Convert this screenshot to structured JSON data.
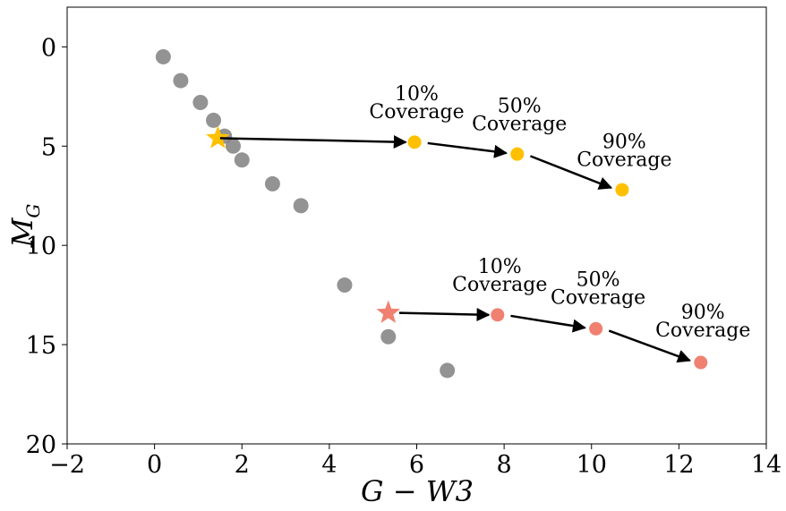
{
  "chart_data": {
    "type": "scatter",
    "title": "",
    "xlabel": "G − W3",
    "ylabel": "M",
    "ylabel_sub": "G",
    "xlim": [
      -2,
      14
    ],
    "ylim": [
      20,
      -2
    ],
    "y_inverted": true,
    "grid": false,
    "xticks": [
      -2,
      0,
      2,
      4,
      6,
      8,
      10,
      12,
      14
    ],
    "xtick_labels": [
      "−2",
      "0",
      "2",
      "4",
      "6",
      "8",
      "10",
      "12",
      "14"
    ],
    "yticks": [
      0,
      5,
      10,
      15,
      20
    ],
    "ytick_labels": [
      "0",
      "5",
      "10",
      "15",
      "20"
    ],
    "series": [
      {
        "marker": "circle",
        "color": "#808080",
        "points": [
          [
            0.2,
            0.5
          ],
          [
            0.6,
            1.7
          ],
          [
            1.05,
            2.8
          ],
          [
            1.35,
            3.7
          ],
          [
            1.6,
            4.5
          ],
          [
            1.8,
            5.0
          ],
          [
            2.0,
            5.7
          ],
          [
            2.7,
            6.9
          ],
          [
            3.35,
            8.0
          ],
          [
            4.35,
            12.0
          ],
          [
            5.35,
            14.6
          ],
          [
            6.7,
            16.3
          ]
        ]
      },
      {
        "marker": "star",
        "color": "#FFC000",
        "points": [
          [
            1.45,
            4.6
          ]
        ]
      },
      {
        "marker": "circle",
        "color": "#FFC000",
        "points": [
          [
            5.95,
            4.8
          ],
          [
            8.3,
            5.4
          ],
          [
            10.7,
            7.2
          ]
        ]
      },
      {
        "marker": "star",
        "color": "#F08070",
        "points": [
          [
            5.35,
            13.4
          ]
        ]
      },
      {
        "marker": "circle",
        "color": "#F08070",
        "points": [
          [
            7.85,
            13.5
          ],
          [
            10.1,
            14.2
          ],
          [
            12.5,
            15.9
          ]
        ]
      }
    ],
    "arrows": [
      {
        "from": [
          1.5,
          4.6
        ],
        "to": [
          5.75,
          4.8
        ]
      },
      {
        "from": [
          6.25,
          4.85
        ],
        "to": [
          8.05,
          5.35
        ]
      },
      {
        "from": [
          8.6,
          5.5
        ],
        "to": [
          10.45,
          7.1
        ]
      },
      {
        "from": [
          5.6,
          13.4
        ],
        "to": [
          7.65,
          13.5
        ]
      },
      {
        "from": [
          8.15,
          13.55
        ],
        "to": [
          9.85,
          14.15
        ]
      },
      {
        "from": [
          10.4,
          14.3
        ],
        "to": [
          12.25,
          15.8
        ]
      }
    ],
    "annotations": [
      {
        "pct": "10%",
        "word": "Coverage",
        "x": 6.0,
        "y": 3.6
      },
      {
        "pct": "50%",
        "word": "Coverage",
        "x": 8.35,
        "y": 4.2
      },
      {
        "pct": "90%",
        "word": "Coverage",
        "x": 10.75,
        "y": 6.0
      },
      {
        "pct": "10%",
        "word": "Coverage",
        "x": 7.9,
        "y": 12.3
      },
      {
        "pct": "50%",
        "word": "Coverage",
        "x": 10.15,
        "y": 12.95
      },
      {
        "pct": "90%",
        "word": "Coverage",
        "x": 12.55,
        "y": 14.6
      }
    ]
  }
}
